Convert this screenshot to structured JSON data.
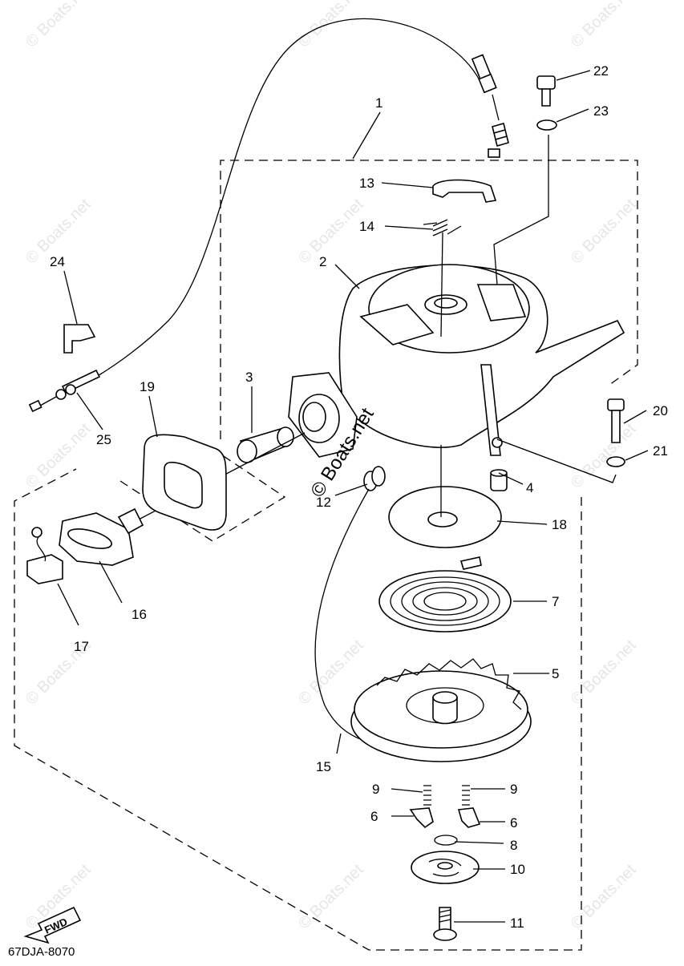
{
  "diagram": {
    "callouts": [
      {
        "id": "1",
        "label": "1"
      },
      {
        "id": "2",
        "label": "2"
      },
      {
        "id": "3",
        "label": "3"
      },
      {
        "id": "4",
        "label": "4"
      },
      {
        "id": "5",
        "label": "5"
      },
      {
        "id": "6a",
        "label": "6"
      },
      {
        "id": "6b",
        "label": "6"
      },
      {
        "id": "7",
        "label": "7"
      },
      {
        "id": "8",
        "label": "8"
      },
      {
        "id": "9a",
        "label": "9"
      },
      {
        "id": "9b",
        "label": "9"
      },
      {
        "id": "10",
        "label": "10"
      },
      {
        "id": "11",
        "label": "11"
      },
      {
        "id": "12",
        "label": "12"
      },
      {
        "id": "13",
        "label": "13"
      },
      {
        "id": "14",
        "label": "14"
      },
      {
        "id": "15",
        "label": "15"
      },
      {
        "id": "16",
        "label": "16"
      },
      {
        "id": "17",
        "label": "17"
      },
      {
        "id": "18",
        "label": "18"
      },
      {
        "id": "19",
        "label": "19"
      },
      {
        "id": "20",
        "label": "20"
      },
      {
        "id": "21",
        "label": "21"
      },
      {
        "id": "22",
        "label": "22"
      },
      {
        "id": "23",
        "label": "23"
      },
      {
        "id": "24",
        "label": "24"
      },
      {
        "id": "25",
        "label": "25"
      }
    ],
    "watermark": "© Boats.net",
    "part_code": "67DJA-8070",
    "fwd_label": "FWD"
  }
}
